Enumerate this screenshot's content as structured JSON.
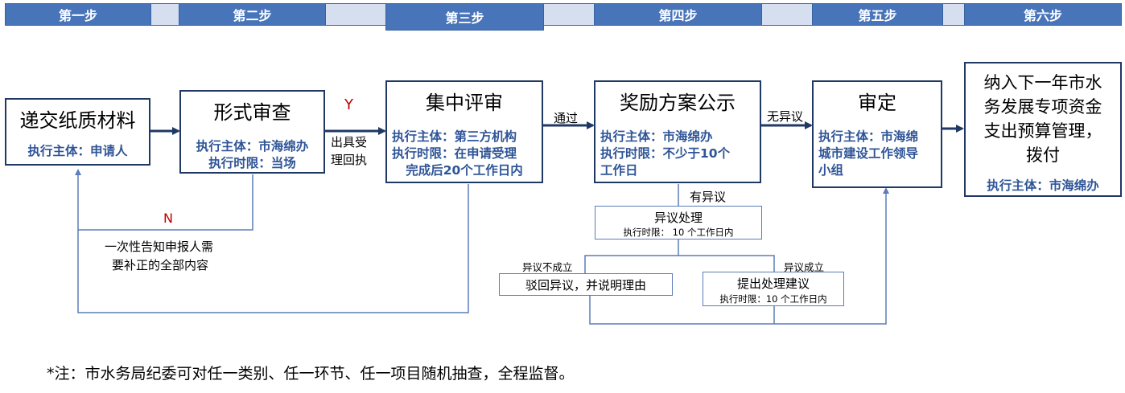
{
  "steps": [
    "第一步",
    "第二步",
    "第三步",
    "第四步",
    "第五步",
    "第六步"
  ],
  "nodes": {
    "submit": {
      "title": "递交纸质材料",
      "lines": [
        "执行主体：申请人"
      ]
    },
    "formal": {
      "title": "形式审查",
      "lines": [
        "执行主体：市海绵办",
        "执行时限：当场"
      ]
    },
    "review": {
      "title": "集中评审",
      "lines": [
        "执行主体：第三方机构",
        "执行时限：在申请受理",
        "完成后20个工作日内"
      ]
    },
    "publicity": {
      "title": "奖励方案公示",
      "lines": [
        "执行主体：市海绵办",
        "执行时限：不少于10个",
        "工作日"
      ]
    },
    "approve": {
      "title": "审定",
      "lines": [
        "执行主体：市海绵",
        "城市建设工作领导",
        "小组"
      ]
    },
    "budget": {
      "title_lines": [
        "纳入下一年市水",
        "务发展专项资金",
        "支出预算管理，",
        "拨付"
      ],
      "lines": [
        "执行主体：市海绵办"
      ]
    },
    "objection": {
      "title": "异议处理",
      "time": "执行时限： 10 个工作日内"
    },
    "reject": {
      "title": "驳回异议，并说明理由"
    },
    "propose": {
      "title": "提出处理建议",
      "time": "执行时限：10 个工作日内"
    }
  },
  "labels": {
    "yes": "Y",
    "no": "N",
    "receipt_1": "出具受",
    "receipt_2": "理回执",
    "pass": "通过",
    "no_objection": "无异议",
    "has_objection": "有异议",
    "objection_invalid": "异议不成立",
    "objection_valid": "异议成立",
    "notify_1": "一次性告知申报人需",
    "notify_2": "要补正的全部内容"
  },
  "note": "*注：市水务局纪委可对任一类别、任一环节、任一项目随机抽查，全程监督。",
  "colors": {
    "header": "#4874ba",
    "header_gap": "#d5dff0",
    "border": "#1f3864",
    "accent_text": "#2f5597",
    "flag_red": "#c00000",
    "line": "#5b7db8"
  }
}
